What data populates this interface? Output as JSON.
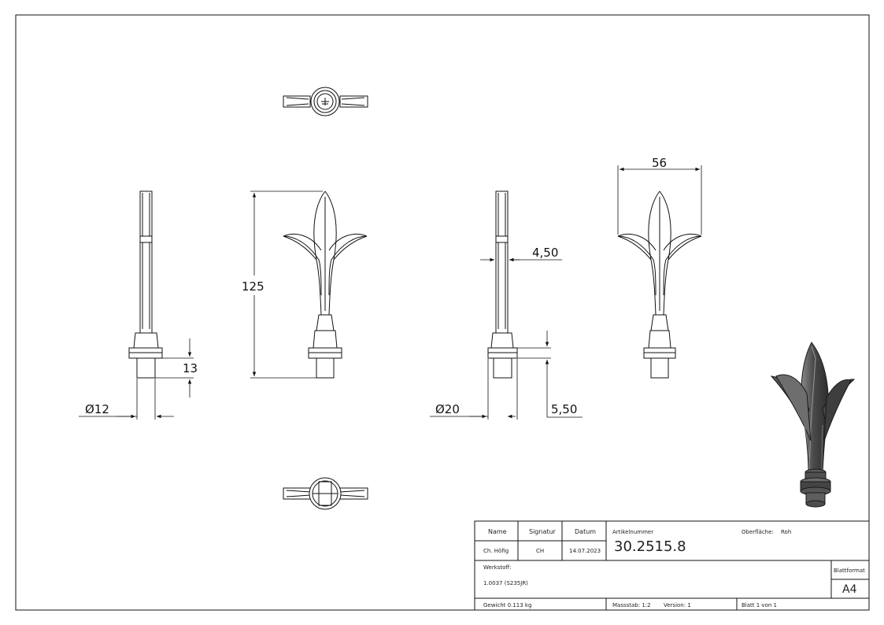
{
  "dimensions": {
    "dia_12": "Ø12",
    "len_13": "13",
    "len_125": "125",
    "width_4_50": "4,50",
    "width_56": "56",
    "dia_20": "Ø20",
    "len_5_50": "5,50"
  },
  "title_block": {
    "name_header": "Name",
    "signatur_header": "Signatur",
    "datum_header": "Datum",
    "name_value": "Ch. Höfig",
    "signatur_value": "CH",
    "datum_value": "14.07.2023",
    "artikelnummer_label": "Artikelnummer",
    "artikelnummer_value": "30.2515.8",
    "oberflaeche_label": "Oberfläche:",
    "oberflaeche_value": "Roh",
    "werkstoff_label": "Werkstoff:",
    "werkstoff_value": "1.0037 (S235JR)",
    "blattformat_label": "Blattformat",
    "blattformat_value": "A4",
    "gewicht": "Gewicht 0.113 kg",
    "massstab": "Massstab: 1:2",
    "version": "Version: 1",
    "blatt": "Blatt 1 von 1"
  },
  "colors": {
    "line": "#111111",
    "iso_dark": "#4a4a4a",
    "iso_light": "#8a8a8a"
  }
}
